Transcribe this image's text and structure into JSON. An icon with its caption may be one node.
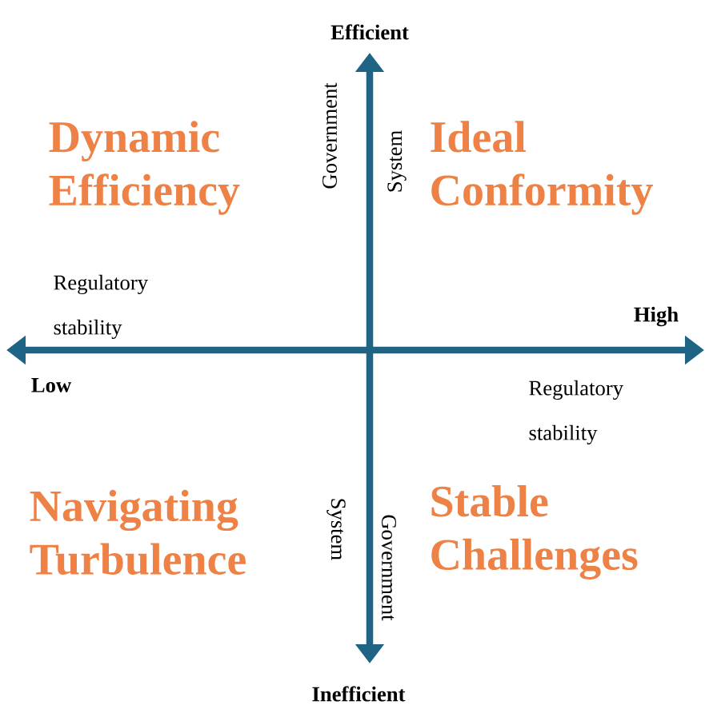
{
  "diagram": {
    "labels": [
      "Efficient",
      "Dynamic Efficiency",
      "Government",
      "System",
      "Ideal Conformity",
      "Regulatory stability",
      "High",
      "Low",
      "Regulatory stability",
      "Navigating Turbulence",
      "System",
      "Government",
      "Stable Challenges",
      "Inefficient"
    ]
  }
}
